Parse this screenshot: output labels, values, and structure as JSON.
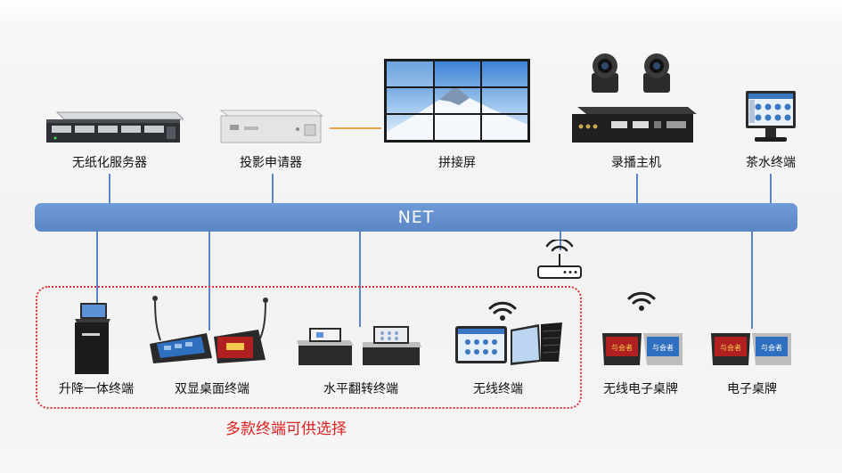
{
  "colors": {
    "net": "#5b86c6",
    "orange_link": "#f0a04b",
    "group_border": "#e03030",
    "caption": "#e02020"
  },
  "net": {
    "label": "NET"
  },
  "top_devices": [
    {
      "label": "无纸化服务器",
      "icon": "rack-server"
    },
    {
      "label": "投影申请器",
      "icon": "projector-box"
    },
    {
      "label": "拼接屏",
      "icon": "video-wall"
    },
    {
      "label": "录播主机",
      "icon": "recording-host-cameras"
    },
    {
      "label": "茶水终端",
      "icon": "tea-terminal-monitor"
    }
  ],
  "bottom_devices": [
    {
      "label": "升降一体终端",
      "icon": "lift-terminal"
    },
    {
      "label": "双显桌面终端",
      "icon": "dual-display-terminal"
    },
    {
      "label": "水平翻转终端",
      "icon": "flip-terminal"
    },
    {
      "label": "无线终端",
      "icon": "wireless-tablet"
    },
    {
      "label": "无线电子桌牌",
      "icon": "wireless-nameplate"
    },
    {
      "label": "电子桌牌",
      "icon": "nameplate"
    }
  ],
  "nameplate_text": "与会者",
  "group_caption": "多款终端可供选择"
}
